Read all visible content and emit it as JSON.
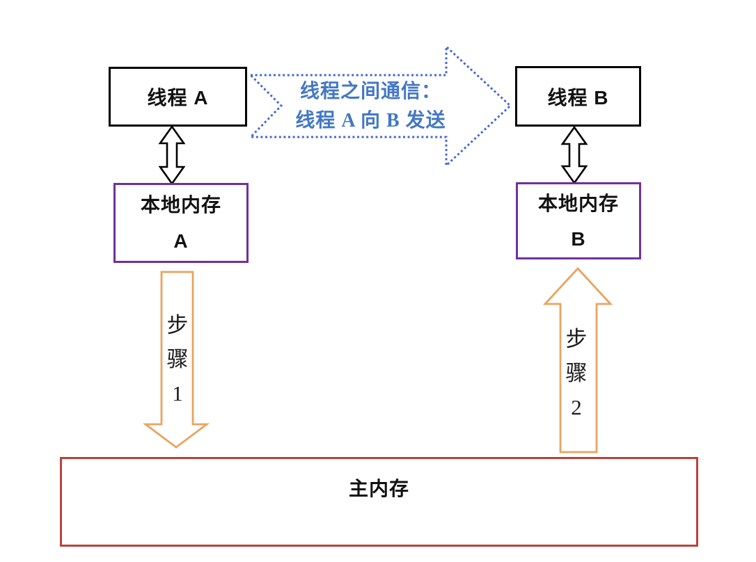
{
  "diagram": {
    "description": "Thread communication through shared main memory",
    "nodes": {
      "thread_a": {
        "label": "线程 A"
      },
      "thread_b": {
        "label": "线程 B"
      },
      "local_memory_a": {
        "line1": "本地内存",
        "line2": "A"
      },
      "local_memory_b": {
        "line1": "本地内存",
        "line2": "B"
      },
      "main_memory": {
        "label": "主内存"
      }
    },
    "arrows": {
      "communication": {
        "style": "dotted-outline",
        "direction": "right",
        "from": "thread_a",
        "to": "thread_b",
        "line1": "线程之间通信：",
        "line2": "线程 A 向 B 发送"
      },
      "step1": {
        "style": "outline",
        "direction": "down",
        "from": "local_memory_a",
        "to": "main_memory",
        "chars": [
          "步",
          "骤",
          "1"
        ]
      },
      "step2": {
        "style": "outline",
        "direction": "up",
        "from": "main_memory",
        "to": "local_memory_b",
        "chars": [
          "步",
          "骤",
          "2"
        ]
      },
      "thread_a_local_a": {
        "style": "outline",
        "direction": "both"
      },
      "thread_b_local_b": {
        "style": "outline",
        "direction": "both"
      }
    },
    "colors": {
      "thread_box_border": "#000000",
      "local_memory_border": "#7030A0",
      "main_memory_border": "#B9423C",
      "step_arrow_orange": "#E8A45E",
      "communication_border_blue": "#4565D4",
      "communication_text_blue": "#4377C4",
      "label_text": "#111111",
      "background": "#FFFFFF"
    }
  }
}
